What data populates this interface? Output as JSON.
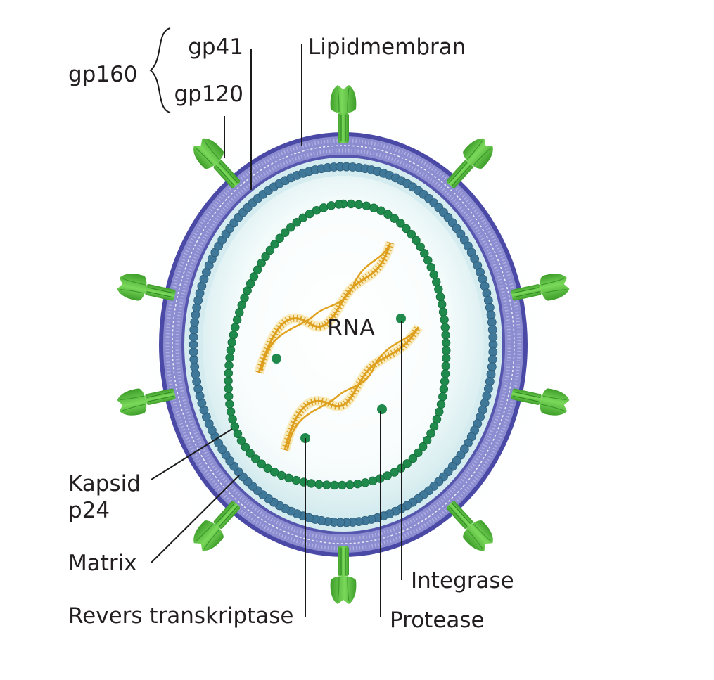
{
  "labels": {
    "gp160": "gp160",
    "gp41": "gp41",
    "gp120": "gp120",
    "lipidmembran": "Lipidmembran",
    "rna": "RNA",
    "kapsid": "Kapsid",
    "p24": "p24",
    "matrix": "Matrix",
    "revers_transkriptase": "Revers transkriptase",
    "integrase": "Integrase",
    "protease": "Protease"
  },
  "colors": {
    "membrane_outer": "#4a4aa6",
    "membrane_fill": "#8c8cd0",
    "spike_green": "#5cc43c",
    "spike_dark": "#3a9a2a",
    "matrix_beads": "#3f7898",
    "capsid_beads": "#1f8a4c",
    "interior": "#d8eef0",
    "rna": "#e8a820",
    "text": "#231f20"
  }
}
